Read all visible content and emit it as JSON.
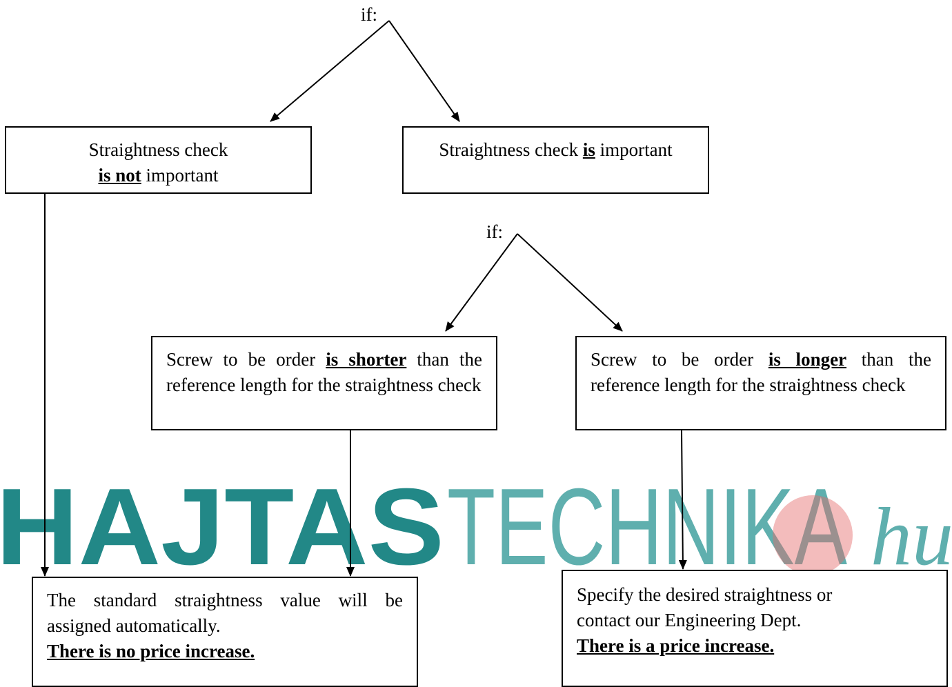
{
  "watermark": {
    "bold_text": "HAJTAS",
    "light_text": "TECHNIKA",
    "suffix": "hu",
    "bold_color": "#0b7c7b",
    "light_color": "#4ea7a6",
    "logo_color": "#e46a6a"
  },
  "decisions": {
    "top": {
      "label": "if:"
    },
    "middle": {
      "label": "if:"
    }
  },
  "boxes": {
    "not_important": {
      "line1": "Straightness check",
      "strong": "is not",
      "rest": " important"
    },
    "important": {
      "pre": "Straightness check ",
      "strong": "is",
      "post": " important"
    },
    "shorter": {
      "pre": "Screw to be order ",
      "strong": "is shorter",
      "post": " than the reference length for the straightness check"
    },
    "longer": {
      "pre": "Screw to be order ",
      "strong": "is longer",
      "post": " than the reference length for the straightness check"
    },
    "no_increase": {
      "text": "The standard straightness value will be assigned automatically.",
      "strong": "There is no price increase."
    },
    "increase": {
      "line1": "Specify the desired straightness or",
      "line2": "contact our Engineering Dept.",
      "strong": "There is a price increase."
    }
  }
}
